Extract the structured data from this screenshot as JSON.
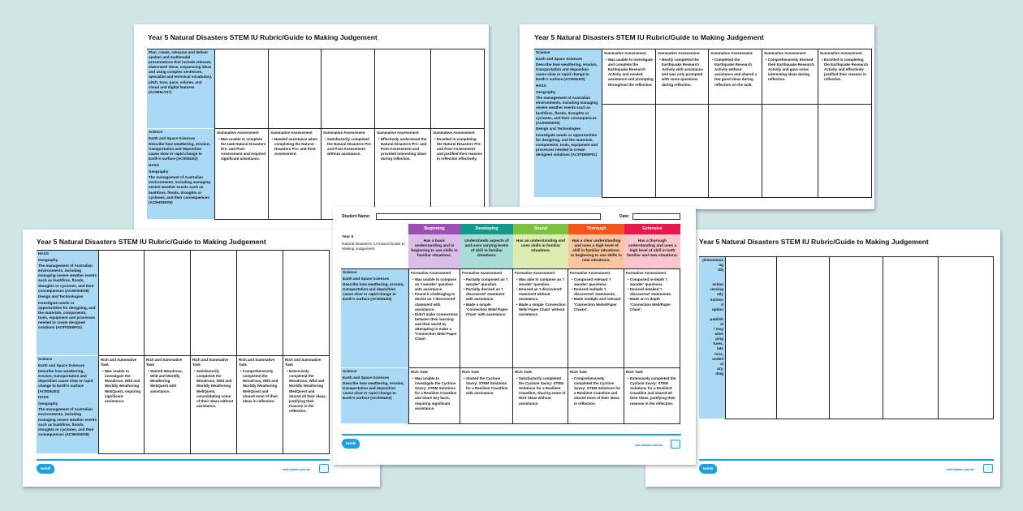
{
  "background_color": "#cfe6e5",
  "footer": {
    "logo": "twinkl",
    "visit": "visit twinkl.com.au"
  },
  "pages": {
    "top_left": {
      "title": "Year 5 Natural Disasters STEM IU Rubric/Guide to Making Judgement",
      "rows": [
        {
          "label": [
            "Plan, create, rehearse and deliver spoken and multimodal presentations that include relevant, elaborated ideas, sequencing ideas and using complex sentences, specialist and technical vocabulary, pitch, tone, pace, volume, and visual and digital features (AC9E5LY07)"
          ],
          "cells": [
            null,
            null,
            null,
            null,
            null
          ]
        },
        {
          "label": [
            "Science",
            "Earth and Space Sciences",
            "Describe how weathering, erosion, transportation and deposition cause slow or rapid change to Earth's surface (AC9S5U02)",
            "HASS",
            "Geography",
            "The management of Australian environments, including managing severe weather events such as bushfires, floods, droughts or cyclones, and their consequences (AC9HS5K05)"
          ],
          "cells": [
            {
              "heading": "Summative Assessment",
              "bullets": [
                "Was unable to complete the task Natural Disasters Pre- and Post-Assessment and required significant assistance."
              ]
            },
            {
              "heading": "Summative Assessment",
              "bullets": [
                "Needed assistance when completing the Natural Disasters Pre- and Post-Assessment."
              ]
            },
            {
              "heading": "Summative Assessment",
              "bullets": [
                "Satisfactorily completed the Natural Disasters Pre- and Post-Assessment without assistance."
              ]
            },
            {
              "heading": "Summative Assessment",
              "bullets": [
                "Effectively understood the Natural Disasters Pre- and Post-Assessment and provided interesting ideas during reflection."
              ]
            },
            {
              "heading": "Summative Assessment",
              "bullets": [
                "Excelled in completing the Natural Disasters Pre- and Post-Assessment and justified their reasons in reflection effectively."
              ]
            }
          ]
        }
      ]
    },
    "top_right": {
      "title": "Year 5 Natural Disasters STEM IU Rubric/Guide to Making Judgement",
      "rows": [
        {
          "label": [
            "Science",
            "Earth and Space Sciences",
            "Describe how weathering, erosion, transportation and deposition cause slow or rapid change to Earth's surface (AC9S5U02)",
            "HASS",
            "Geography",
            "The management of Australian environments, including managing severe weather events such as bushfires, floods, droughts or cyclones, and their consequences (AC9HS5K05)",
            "Design and Technologies",
            "Investigate needs or opportunities for designing, and the materials, components, tools, equipment and processes needed to create designed solutions (AC9TDE6P01)"
          ],
          "cells": [
            {
              "heading": "Summative Assessment",
              "bullets": [
                "Was unable to investigate and complete the Earthquake Research Activity and needed assistance and prompting throughout the reflection."
              ]
            },
            {
              "heading": "Summative Assessment",
              "bullets": [
                "Mostly completed the Earthquake Research Activity with assistance and was only prompted with some questions during reflection."
              ]
            },
            {
              "heading": "Summative Assessment",
              "bullets": [
                "Completed the Earthquake Research Activity without assistance and shared a few good ideas during reflection on the task."
              ]
            },
            {
              "heading": "Summative Assessment",
              "bullets": [
                "Comprehensively devised their Earthquake Research Activity and gave some interesting ideas during reflection."
              ]
            },
            {
              "heading": "Summative Assessment",
              "bullets": [
                "Excelled in completing the Earthquake Research Activity and effectively justified their reasons in reflection."
              ]
            }
          ]
        },
        {
          "label": [],
          "cells": [
            null,
            null,
            null,
            null,
            null
          ]
        }
      ]
    },
    "bottom_left": {
      "title": "Year 5 Natural Disasters STEM IU Rubric/Guide to Making Judgement",
      "rows": [
        {
          "label": [
            "HASS",
            "Geography",
            "The management of Australian environments, including managing severe weather events such as bushfires, floods, droughts or cyclones, and their consequences (AC9HS5K05)",
            "Design and Technologies",
            "Investigate needs or opportunities for designing, and the materials, components, tools, equipment and processes needed to create designed solutions (AC9TDE6P01)"
          ],
          "cells": [
            null,
            null,
            null,
            null,
            null
          ]
        },
        {
          "label": [
            "Science",
            "Earth and Space Sciences",
            "Describe how weathering, erosion, transportation and deposition cause slow or rapid change to Earth's surface (AC9S5U02)",
            "HASS",
            "Geography",
            "The management of Australian environments, including managing severe weather events such as bushfires, floods, droughts or cyclones, and their consequences (AC9HS5K05)"
          ],
          "cells": [
            {
              "heading": "Rich and Summative Task",
              "bullets": [
                "Was unable to investigate the Wondrous, Wild and Worldly Weathering WebQuest, requiring significant assistance."
              ]
            },
            {
              "heading": "Rich and Summative Task",
              "bullets": [
                "Started Wondrous, Wild and Worldly Weathering WebQuest with assistance."
              ]
            },
            {
              "heading": "Rich and Summative Task",
              "bullets": [
                "Satisfactorily completed the Wondrous, Wild and Worldly Weathering WebQuest, consolidating some of their ideas without assistance."
              ]
            },
            {
              "heading": "Rich and Summative Task",
              "bullets": [
                "Comprehensively completed the Wondrous, Wild and Worldly Weathering WebQuest and shared most of their ideas in reflection."
              ]
            },
            {
              "heading": "Rich and Summative Task",
              "bullets": [
                "Extensively completed the Wondrous, Wild and Worldly Weathering WebQuest and shared all their ideas, justifying their reasons in the reflection."
              ]
            }
          ]
        }
      ]
    },
    "bottom_right": {
      "title": "Year 5 Natural Disasters STEM IU Rubric/Guide to Making Judgement",
      "rows": [
        {
          "label": [
            "phenomena",
            "ng",
            "03)",
            "",
            "",
            "ection",
            "ressing",
            "utly",
            "ections",
            "d",
            "option",
            "",
            "publish",
            "al",
            "l may",
            "ative",
            "ping",
            "tures,",
            "late",
            "ions,",
            "unded",
            "al",
            "ary,",
            "ding"
          ],
          "cells": [
            null,
            null,
            null,
            null,
            null
          ]
        }
      ]
    },
    "center": {
      "student_name_label": "Student Name:",
      "student_name_value": "",
      "date_label": "Date:",
      "date_value": "",
      "intro": [
        "Year 5",
        "Natural Disasters IU Rubric/Guide to Making Judgement"
      ],
      "levels": [
        {
          "name": "Beginning",
          "description": "Has a basic understanding and is beginning to use skills in familiar situations.",
          "color": "#9c4fb1",
          "light": "#dcbde8"
        },
        {
          "name": "Developing",
          "description": "Understands aspects of and uses varying levels of skill in familiar situations.",
          "color": "#12998b",
          "light": "#a7ddd6"
        },
        {
          "name": "Sound",
          "description": "Has an understanding and uses skills in familiar situations.",
          "color": "#7cc242",
          "light": "#dcedb2"
        },
        {
          "name": "Thorough",
          "description": "Has a clear understanding and uses a high level of skill in familiar situations. Is beginning to use skills in new situations.",
          "color": "#f2561d",
          "light": "#f9c6a0"
        },
        {
          "name": "Extensive",
          "description": "Has a thorough understanding and uses a high level of skill in both familiar and new situations.",
          "color": "#e8184b",
          "light": "#f8c6cc"
        }
      ],
      "rows": [
        {
          "label": [
            "Science",
            "Earth and Space Sciences",
            "Describe how weathering, erosion, transportation and deposition cause slow or rapid change to Earth's surface (AC9S5U02)"
          ],
          "cells": [
            {
              "heading": "Formative Assessment",
              "bullets": [
                "Was unable to compose an 'I wonder' question with assistance.",
                "Found it challenging to devise an 'I discovered' statement with assistance.",
                "Didn't make connections between their learning and their world by attempting to make a 'Connection Web/ Paper Chain'."
              ]
            },
            {
              "heading": "Formative Assessment",
              "bullets": [
                "Partially composed an 'I wonder' question.",
                "Partially devised an 'I discovered' statement with assistance.",
                "Made a simple 'Connection Web/ Paper Chain' with assistance."
              ]
            },
            {
              "heading": "Formative Assessment",
              "bullets": [
                "Was able to compose an 'I wonder' question.",
                "Devised an 'I discovered' statement without assistance.",
                "Made a simple 'Connection Web/ Paper Chain' without assistance."
              ]
            },
            {
              "heading": "Formative Assessment",
              "bullets": [
                "Composed relevant 'I wonder' questions.",
                "Devised multiple 'I discovered' statements.",
                "Made multiple and relevant 'Connection Webs/Paper Chains'."
              ]
            },
            {
              "heading": "Formative Assessment",
              "bullets": [
                "Composed in-depth 'I wonder' questions.",
                "Devised detailed 'I discovered' statements.",
                "Made an in-depth 'Connection Web/Paper Chain'."
              ]
            }
          ]
        },
        {
          "label": [
            "Science",
            "Earth and Space Sciences",
            "Describe how weathering, erosion, transportation and deposition cause slow or rapid change to Earth's surface (AC9S5U02)"
          ],
          "cells": [
            {
              "heading": "Rich Task",
              "bullets": [
                "Was unable to investigate the Cyclone Savvy: STEM Solutions for a Resilient Coastline and share key facts, requiring significant assistance."
              ]
            },
            {
              "heading": "Rich Task",
              "bullets": [
                "Started the Cyclone Savvy: STEM Solutions for a Resilient Coastline with assistance."
              ]
            },
            {
              "heading": "Rich Task",
              "bullets": [
                "Satisfactorily completed the Cyclone Savvy: STEM Solutions for a Resilient Coastline, sharing some of their ideas without assistance."
              ]
            },
            {
              "heading": "Rich Task",
              "bullets": [
                "Comprehensively completed the Cyclone Savvy: STEM Solutions for a Resilient Coastline and shared most of their ideas in reflection."
              ]
            },
            {
              "heading": "Rich Task",
              "bullets": [
                "Extensively completed the Cyclone Savvy: STEM Solutions for a Resilient Coastline and shared all their ideas, justifying their reasons in the reflection."
              ]
            }
          ]
        }
      ]
    }
  }
}
